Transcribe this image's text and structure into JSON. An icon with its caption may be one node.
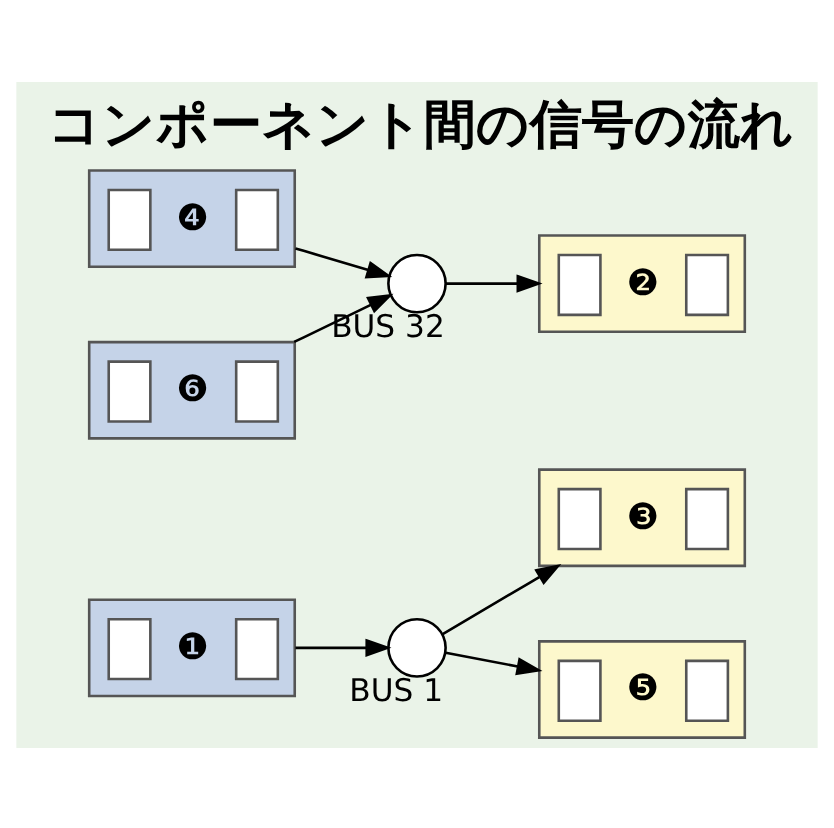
{
  "diagram": {
    "title": "コンポーネント間の信号の流れ",
    "nodes": [
      {
        "text": [
          "❶"
        ]
      },
      {
        "text": [
          "BUS 1"
        ]
      },
      {
        "text": [
          "❸"
        ]
      },
      {
        "text": [
          "❺"
        ]
      },
      {
        "text": [
          "❹"
        ]
      },
      {
        "text": [
          "BUS 32"
        ]
      },
      {
        "text": [
          "❷"
        ]
      },
      {
        "text": [
          "❻"
        ]
      }
    ],
    "edges": [
      {
        "from": 0,
        "to": 1,
        "arrow": "to"
      },
      {
        "from": 1,
        "to": 2,
        "arrow": "to"
      },
      {
        "from": 1,
        "to": 3,
        "arrow": "to"
      },
      {
        "from": 4,
        "to": 5,
        "arrow": "to"
      },
      {
        "from": 7,
        "to": 5,
        "arrow": "to"
      },
      {
        "from": 5,
        "to": 6,
        "arrow": "to"
      }
    ]
  }
}
